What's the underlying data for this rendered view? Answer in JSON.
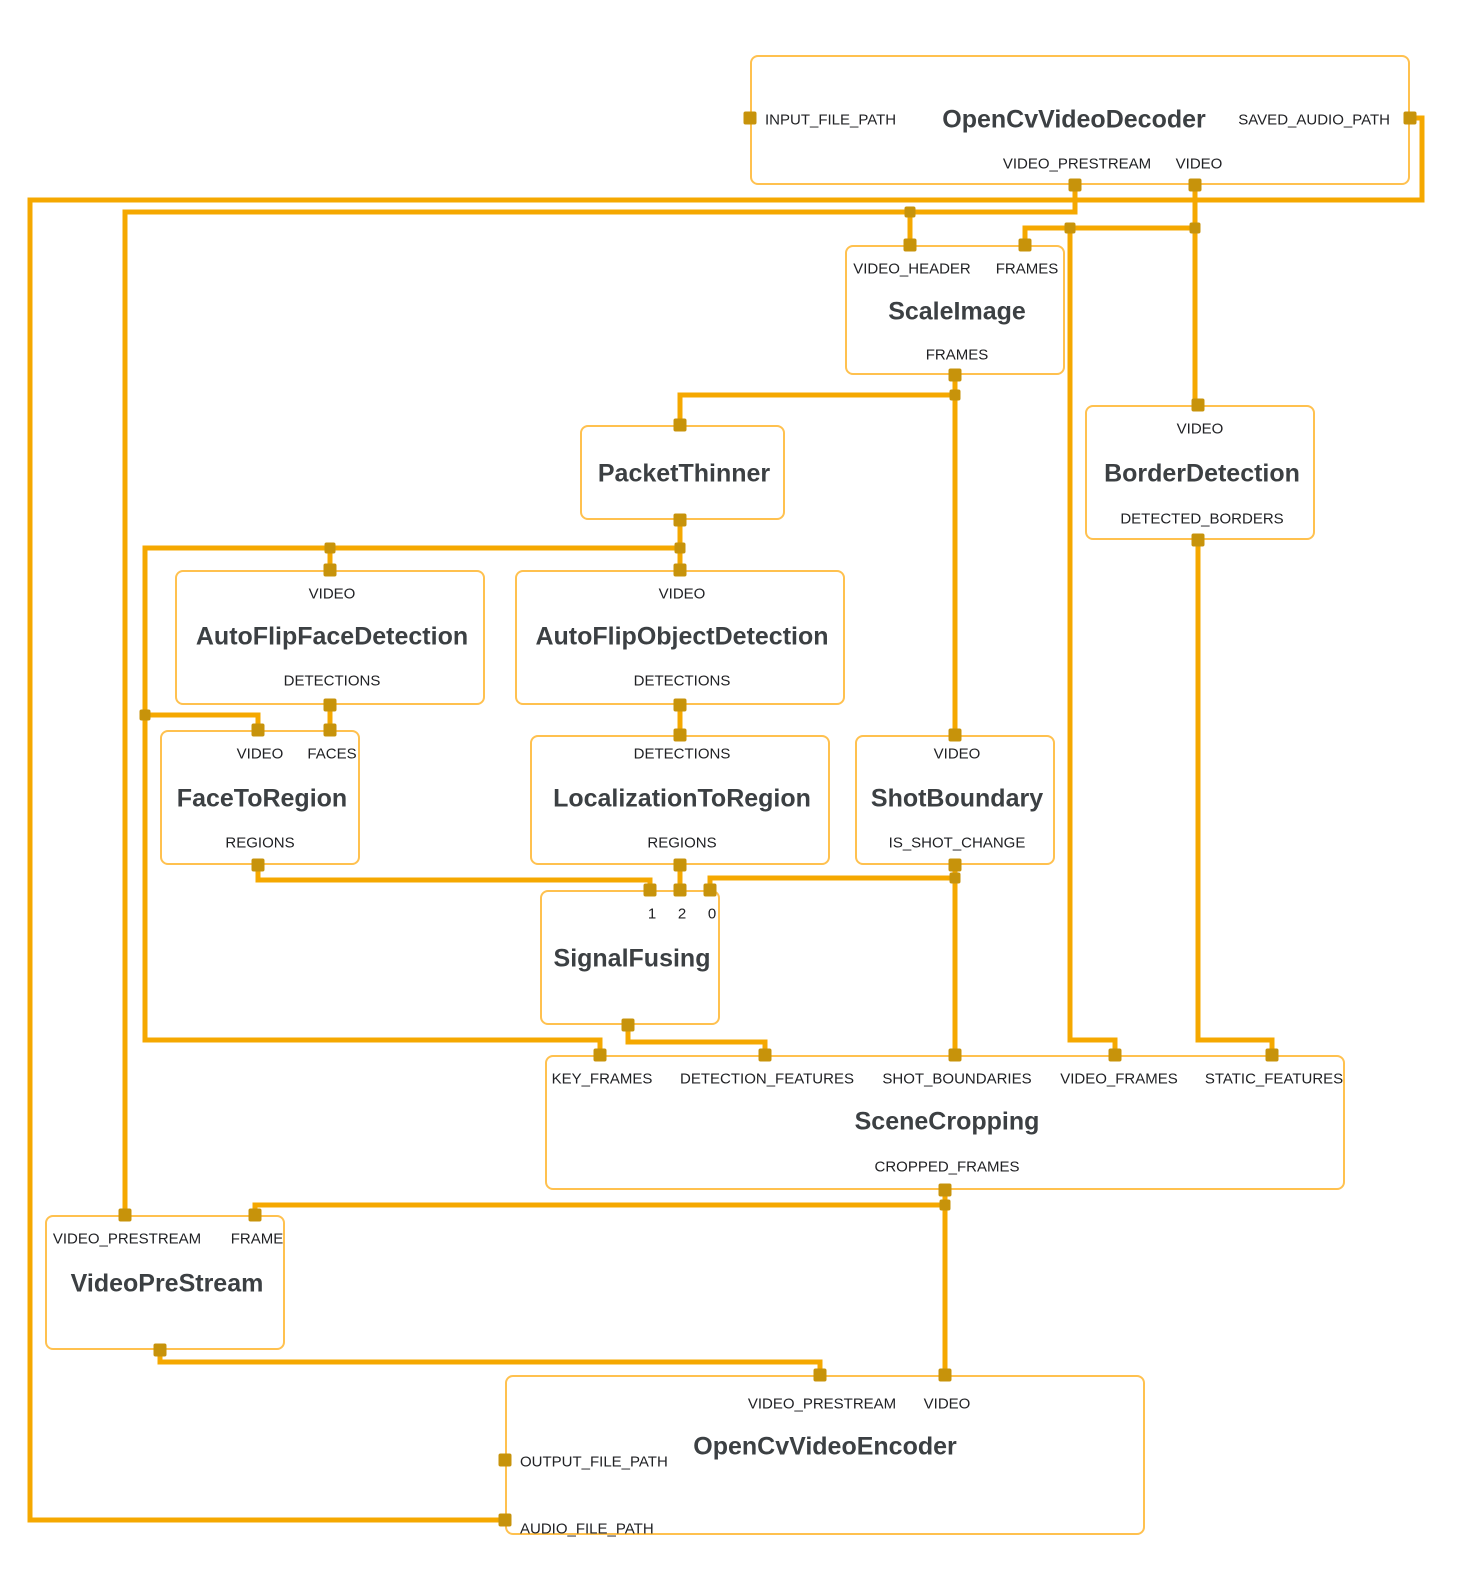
{
  "colors": {
    "edge": "#F5A800",
    "port": "#C7930B",
    "node_border": "#FFC14F",
    "node_background": "#FFFFFF",
    "title_text": "#3C4043",
    "label_text": "#202124"
  },
  "nodes": {
    "decoder": {
      "title": "OpenCvVideoDecoder",
      "input_file_path": "INPUT_FILE_PATH",
      "saved_audio_path": "SAVED_AUDIO_PATH",
      "video_prestream": "VIDEO_PRESTREAM",
      "video": "VIDEO"
    },
    "scale_image": {
      "title": "ScaleImage",
      "video_header": "VIDEO_HEADER",
      "frames_in": "FRAMES",
      "frames_out": "FRAMES"
    },
    "packet_thinner": {
      "title": "PacketThinner"
    },
    "border_detection": {
      "title": "BorderDetection",
      "video": "VIDEO",
      "detected_borders": "DETECTED_BORDERS"
    },
    "face_detection": {
      "title": "AutoFlipFaceDetection",
      "video": "VIDEO",
      "detections": "DETECTIONS"
    },
    "object_detection": {
      "title": "AutoFlipObjectDetection",
      "video": "VIDEO",
      "detections": "DETECTIONS"
    },
    "face_to_region": {
      "title": "FaceToRegion",
      "video": "VIDEO",
      "faces": "FACES",
      "regions": "REGIONS"
    },
    "localization_to_region": {
      "title": "LocalizationToRegion",
      "detections": "DETECTIONS",
      "regions": "REGIONS"
    },
    "shot_boundary": {
      "title": "ShotBoundary",
      "video": "VIDEO",
      "is_shot_change": "IS_SHOT_CHANGE"
    },
    "signal_fusing": {
      "title": "SignalFusing",
      "in1": "1",
      "in2": "2",
      "in0": "0"
    },
    "scene_cropping": {
      "title": "SceneCropping",
      "key_frames": "KEY_FRAMES",
      "detection_features": "DETECTION_FEATURES",
      "shot_boundaries": "SHOT_BOUNDARIES",
      "video_frames": "VIDEO_FRAMES",
      "static_features": "STATIC_FEATURES",
      "cropped_frames": "CROPPED_FRAMES"
    },
    "video_prestream": {
      "title": "VideoPreStream",
      "video_prestream": "VIDEO_PRESTREAM",
      "frame": "FRAME"
    },
    "encoder": {
      "title": "OpenCvVideoEncoder",
      "video_prestream": "VIDEO_PRESTREAM",
      "video": "VIDEO",
      "output_file_path": "OUTPUT_FILE_PATH",
      "audio_file_path": "AUDIO_FILE_PATH"
    }
  },
  "edges": [
    {
      "from": "OpenCvVideoDecoder.VIDEO_PRESTREAM",
      "to": "ScaleImage.VIDEO_HEADER"
    },
    {
      "from": "OpenCvVideoDecoder.VIDEO_PRESTREAM",
      "to": "VideoPreStream.VIDEO_PRESTREAM"
    },
    {
      "from": "OpenCvVideoDecoder.VIDEO",
      "to": "ScaleImage.FRAMES"
    },
    {
      "from": "OpenCvVideoDecoder.VIDEO",
      "to": "BorderDetection.VIDEO"
    },
    {
      "from": "OpenCvVideoDecoder.VIDEO",
      "to": "SceneCropping.VIDEO_FRAMES"
    },
    {
      "from": "OpenCvVideoDecoder.SAVED_AUDIO_PATH",
      "to": "OpenCvVideoEncoder.AUDIO_FILE_PATH"
    },
    {
      "from": "ScaleImage.FRAMES",
      "to": "PacketThinner"
    },
    {
      "from": "ScaleImage.FRAMES",
      "to": "ShotBoundary.VIDEO"
    },
    {
      "from": "PacketThinner",
      "to": "AutoFlipFaceDetection.VIDEO"
    },
    {
      "from": "PacketThinner",
      "to": "AutoFlipObjectDetection.VIDEO"
    },
    {
      "from": "PacketThinner",
      "to": "FaceToRegion.VIDEO"
    },
    {
      "from": "PacketThinner",
      "to": "SceneCropping.KEY_FRAMES"
    },
    {
      "from": "AutoFlipFaceDetection.DETECTIONS",
      "to": "FaceToRegion.FACES"
    },
    {
      "from": "AutoFlipObjectDetection.DETECTIONS",
      "to": "LocalizationToRegion.DETECTIONS"
    },
    {
      "from": "FaceToRegion.REGIONS",
      "to": "SignalFusing.1"
    },
    {
      "from": "LocalizationToRegion.REGIONS",
      "to": "SignalFusing.2"
    },
    {
      "from": "ShotBoundary.IS_SHOT_CHANGE",
      "to": "SignalFusing.0"
    },
    {
      "from": "ShotBoundary.IS_SHOT_CHANGE",
      "to": "SceneCropping.SHOT_BOUNDARIES"
    },
    {
      "from": "SignalFusing",
      "to": "SceneCropping.DETECTION_FEATURES"
    },
    {
      "from": "BorderDetection.DETECTED_BORDERS",
      "to": "SceneCropping.STATIC_FEATURES"
    },
    {
      "from": "SceneCropping.CROPPED_FRAMES",
      "to": "VideoPreStream.FRAME"
    },
    {
      "from": "SceneCropping.CROPPED_FRAMES",
      "to": "OpenCvVideoEncoder.VIDEO"
    },
    {
      "from": "VideoPreStream",
      "to": "OpenCvVideoEncoder.VIDEO_PRESTREAM"
    }
  ]
}
